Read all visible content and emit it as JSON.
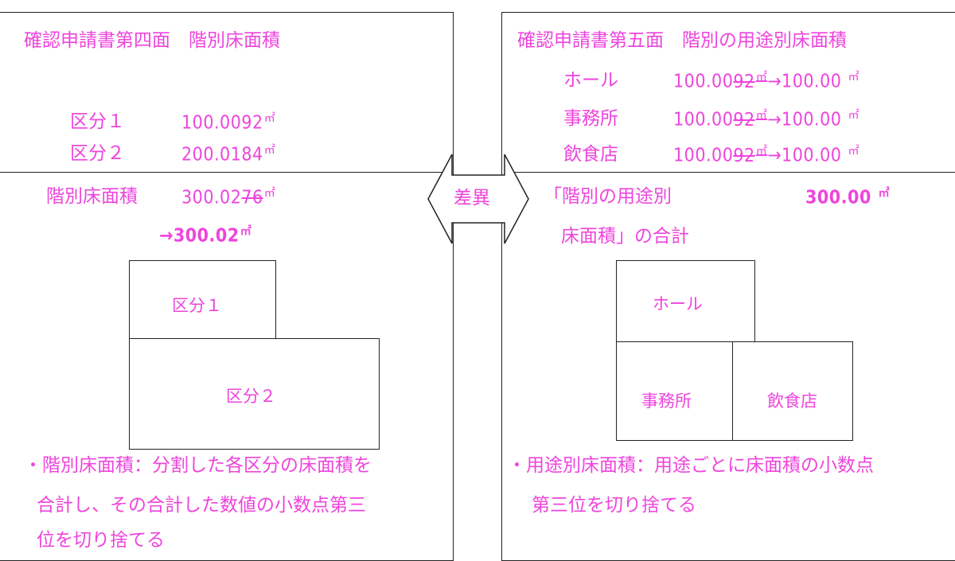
{
  "left": {
    "title": "確認申請書第四面　階別床面積",
    "rows": [
      {
        "label": "区分１",
        "value": "100.0092",
        "unit": "㎡"
      },
      {
        "label": "区分２",
        "value": "200.0184",
        "unit": "㎡"
      }
    ],
    "total": {
      "label": "階別床面積",
      "value_keep": "300.02",
      "value_struck": "76",
      "unit": "㎡",
      "result": "→300.02"
    },
    "diagram": {
      "block1": "区分１",
      "block2": "区分２"
    },
    "note_lines": [
      "・階別床面積：分割した各区分の床面積を",
      "合計し、その合計した数値の小数点第三",
      "位を切り捨てる"
    ]
  },
  "right": {
    "title": "確認申請書第五面　階別の用途別床面積",
    "rows": [
      {
        "label": "ホール",
        "keep": "100.00",
        "struck": "92",
        "result": "→100.00"
      },
      {
        "label": "事務所",
        "keep": "100.00",
        "struck": "92",
        "result": "→100.00"
      },
      {
        "label": "飲食店",
        "keep": "100.00",
        "struck": "92",
        "result": "→100.00"
      }
    ],
    "unit": "㎡",
    "total": {
      "label_line1": "「階別の用途別",
      "label_line2": "床面積」の合計",
      "value": "300.00"
    },
    "diagram": {
      "block1": "ホール",
      "block2": "事務所",
      "block3": "飲食店"
    },
    "note_lines": [
      "・用途別床面積：用途ごとに床面積の小数点",
      "第三位を切り捨てる"
    ]
  },
  "center": {
    "label": "差異"
  },
  "colors": {
    "text": "#ee44dd",
    "line": "#222222"
  }
}
